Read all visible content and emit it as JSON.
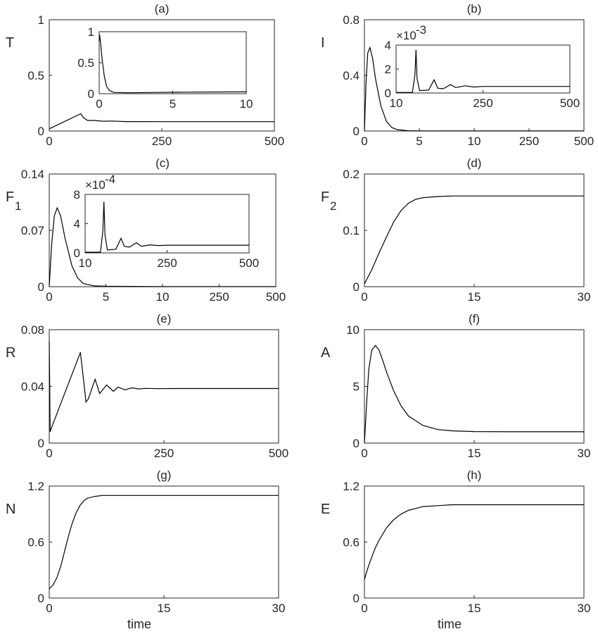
{
  "colors": {
    "axis": "#262626",
    "line": "#000000",
    "background": "#ffffff"
  },
  "chart_data": [
    {
      "type": "line",
      "title": "(a)",
      "ylabel": "T",
      "xlabel": "",
      "ylim": [
        0,
        1
      ],
      "yticks": [
        "0",
        "0.5",
        "1"
      ],
      "xticks": [
        "0",
        "250",
        "500"
      ],
      "grid": false,
      "series": [
        {
          "x": [
            0,
            70,
            76,
            85,
            100,
            120,
            140,
            170,
            200,
            250,
            500
          ],
          "y": [
            0.02,
            0.155,
            0.12,
            0.095,
            0.095,
            0.088,
            0.09,
            0.085,
            0.085,
            0.084,
            0.084
          ]
        }
      ],
      "inset": {
        "ylim": [
          0,
          1
        ],
        "yticks": [
          "0",
          "0.5",
          "1"
        ],
        "xticks": [
          "0",
          "5",
          "10"
        ],
        "x": [
          0,
          0.03,
          0.1,
          0.2,
          0.35,
          0.5,
          0.7,
          1,
          2,
          4,
          6,
          10
        ],
        "y": [
          0.85,
          0.95,
          0.8,
          0.55,
          0.28,
          0.12,
          0.05,
          0.02,
          0.015,
          0.02,
          0.025,
          0.03
        ]
      }
    },
    {
      "type": "line",
      "title": "(b)",
      "ylabel": "I",
      "xlabel": "",
      "ylim": [
        0,
        0.8
      ],
      "yticks": [
        "0",
        "0.4",
        "0.8"
      ],
      "xticks": [
        "0",
        "5",
        "10",
        "250",
        "500"
      ],
      "grid": false,
      "series": [
        {
          "x": [
            0,
            0.15,
            0.3,
            0.5,
            0.75,
            1,
            1.5,
            2,
            2.5,
            3,
            4,
            5,
            10,
            250,
            500
          ],
          "y": [
            0,
            0.35,
            0.56,
            0.6,
            0.52,
            0.38,
            0.18,
            0.07,
            0.025,
            0.01,
            0.002,
            0.001,
            0.0005,
            0.0005,
            0.0005
          ]
        }
      ],
      "inset": {
        "ylim": [
          0,
          4
        ],
        "yticks": [
          "0",
          "2",
          "4"
        ],
        "xticks": [
          "10",
          "250",
          "500"
        ],
        "scale_label": "×10",
        "scale_exponent": "-3",
        "x": [
          10,
          55,
          62,
          65,
          68,
          75,
          100,
          115,
          125,
          140,
          160,
          175,
          200,
          225,
          250,
          500
        ],
        "y": [
          0.05,
          0.05,
          1.5,
          3.6,
          1.2,
          0.2,
          0.25,
          1.1,
          0.4,
          0.35,
          0.7,
          0.45,
          0.6,
          0.5,
          0.55,
          0.55
        ]
      }
    },
    {
      "type": "line",
      "title": "(c)",
      "ylabel": "F",
      "ylabel_sub": "1",
      "xlabel": "",
      "ylim": [
        0,
        0.14
      ],
      "yticks": [
        "0",
        "0.07",
        "0.14"
      ],
      "xticks": [
        "0",
        "5",
        "10",
        "250",
        "500"
      ],
      "grid": false,
      "series": [
        {
          "x": [
            0,
            0.2,
            0.45,
            0.7,
            1,
            1.4,
            2,
            2.5,
            3,
            4,
            5,
            10,
            250,
            500
          ],
          "y": [
            0,
            0.05,
            0.088,
            0.098,
            0.088,
            0.06,
            0.026,
            0.011,
            0.004,
            0.001,
            0.0005,
            0.0001,
            0.0001,
            0.0001
          ]
        }
      ],
      "inset": {
        "ylim": [
          0,
          8
        ],
        "yticks": [
          "0",
          "4",
          "8"
        ],
        "xticks": [
          "10",
          "250",
          "500"
        ],
        "scale_label": "×10",
        "scale_exponent": "-4",
        "x": [
          10,
          55,
          62,
          65,
          68,
          75,
          100,
          115,
          125,
          140,
          160,
          175,
          200,
          225,
          250,
          500
        ],
        "y": [
          0.1,
          0.1,
          3,
          7,
          2.5,
          0.4,
          0.5,
          2,
          0.9,
          0.8,
          1.4,
          0.9,
          1.1,
          1.0,
          1.05,
          1.05
        ]
      }
    },
    {
      "type": "line",
      "title": "(d)",
      "ylabel": "F",
      "ylabel_sub": "2",
      "xlabel": "",
      "ylim": [
        0,
        0.2
      ],
      "yticks": [
        "0",
        "0.1",
        "0.2"
      ],
      "xticks": [
        "0",
        "15",
        "30"
      ],
      "grid": false,
      "series": [
        {
          "x": [
            0,
            1,
            2,
            3,
            4,
            5,
            6,
            7,
            8,
            10,
            12,
            15,
            20,
            30
          ],
          "y": [
            0.005,
            0.03,
            0.06,
            0.088,
            0.115,
            0.135,
            0.148,
            0.155,
            0.158,
            0.16,
            0.161,
            0.161,
            0.161,
            0.161
          ]
        }
      ]
    },
    {
      "type": "line",
      "title": "(e)",
      "ylabel": "R",
      "xlabel": "",
      "ylim": [
        0,
        0.08
      ],
      "yticks": [
        "0",
        "0.04",
        "0.08"
      ],
      "xticks": [
        "0",
        "250",
        "500"
      ],
      "grid": false,
      "series": [
        {
          "x": [
            0,
            2,
            5,
            68,
            75,
            80,
            85,
            100,
            110,
            125,
            140,
            150,
            165,
            180,
            195,
            210,
            240,
            270,
            500
          ],
          "y": [
            0.072,
            0.008,
            0.011,
            0.064,
            0.044,
            0.029,
            0.031,
            0.045,
            0.035,
            0.041,
            0.0365,
            0.0395,
            0.0375,
            0.039,
            0.0382,
            0.0386,
            0.0384,
            0.0385,
            0.0385
          ]
        }
      ]
    },
    {
      "type": "line",
      "title": "(f)",
      "ylabel": "A",
      "xlabel": "",
      "ylim": [
        0,
        10
      ],
      "yticks": [
        "0",
        "5",
        "10"
      ],
      "xticks": [
        "0",
        "15",
        "30"
      ],
      "grid": false,
      "series": [
        {
          "x": [
            0,
            0.3,
            0.6,
            1,
            1.5,
            2,
            2.5,
            3,
            4,
            5,
            6,
            8,
            10,
            12,
            15,
            20,
            30
          ],
          "y": [
            0,
            3.5,
            6.5,
            8.2,
            8.6,
            8.2,
            7.3,
            6.3,
            4.6,
            3.3,
            2.4,
            1.55,
            1.2,
            1.08,
            1.02,
            1.0,
            1.0
          ]
        }
      ]
    },
    {
      "type": "line",
      "title": "(g)",
      "ylabel": "N",
      "xlabel": "time",
      "ylim": [
        0,
        1.2
      ],
      "yticks": [
        "0",
        "0.6",
        "1.2"
      ],
      "xticks": [
        "0",
        "15",
        "30"
      ],
      "grid": false,
      "series": [
        {
          "x": [
            0,
            0.5,
            1,
            1.5,
            2,
            2.5,
            3,
            3.5,
            4,
            4.5,
            5,
            6,
            7,
            8,
            10,
            15,
            30
          ],
          "y": [
            0.1,
            0.14,
            0.22,
            0.34,
            0.5,
            0.66,
            0.8,
            0.91,
            0.99,
            1.04,
            1.07,
            1.09,
            1.1,
            1.1,
            1.1,
            1.1,
            1.1
          ]
        }
      ]
    },
    {
      "type": "line",
      "title": "(h)",
      "ylabel": "E",
      "xlabel": "time",
      "ylim": [
        0,
        1.2
      ],
      "yticks": [
        "0",
        "0.6",
        "1.2"
      ],
      "xticks": [
        "0",
        "15",
        "30"
      ],
      "grid": false,
      "series": [
        {
          "x": [
            0,
            0.5,
            1,
            1.5,
            2,
            3,
            4,
            5,
            6,
            7,
            8,
            10,
            12,
            15,
            20,
            30
          ],
          "y": [
            0.2,
            0.33,
            0.44,
            0.54,
            0.62,
            0.75,
            0.84,
            0.9,
            0.94,
            0.96,
            0.98,
            0.99,
            1.0,
            1.0,
            1.0,
            1.0
          ]
        }
      ]
    }
  ]
}
